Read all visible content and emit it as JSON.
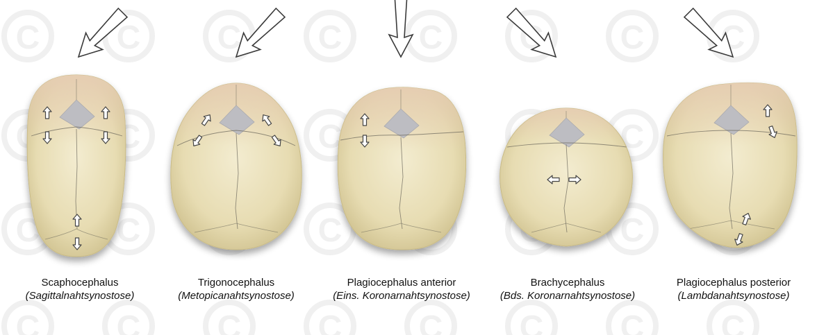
{
  "colors": {
    "skull_light": "#efe7c6",
    "skull_mid": "#e2d6a6",
    "skull_edge": "#c9bb86",
    "frontal_tint": "#dcc5a8",
    "fontanelle": "#bdbdc2",
    "suture": "#6e6a5e",
    "watermark": "#f0f0f0",
    "arrow_stroke": "#3a3a3a"
  },
  "watermark_symbol": "©",
  "panels": [
    {
      "name": "Scaphocephalus",
      "subtitle": "(Sagittalnahtsynostose)",
      "view_arrow": "from-upper-right",
      "markers": [
        "coronal-vertical",
        "lambda-vertical"
      ]
    },
    {
      "name": "Trigonocephalus",
      "subtitle": "(Metopicanahtsynostose)",
      "view_arrow": "from-upper-right",
      "markers": [
        "coronal-diagonal"
      ]
    },
    {
      "name": "Plagiocephalus anterior",
      "subtitle": "(Eins. Koronarnahtsynostose)",
      "view_arrow": "from-top",
      "markers": [
        "coronal-left-vertical"
      ]
    },
    {
      "name": "Brachycephalus",
      "subtitle": "(Bds. Koronarnahtsynostose)",
      "view_arrow": "from-upper-left",
      "markers": [
        "horizontal-center"
      ]
    },
    {
      "name": "Plagiocephalus posterior",
      "subtitle": "(Lambdanahtsynostose)",
      "view_arrow": "from-upper-left",
      "markers": [
        "coronal-right-vertical",
        "lambda-left-vertical"
      ]
    }
  ]
}
